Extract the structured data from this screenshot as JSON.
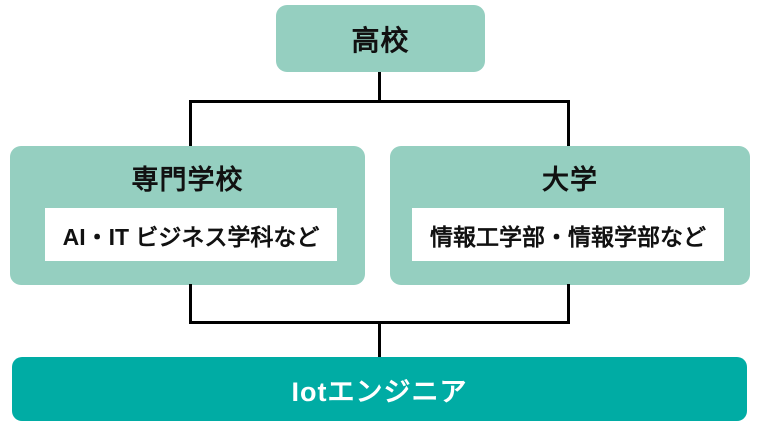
{
  "diagram": {
    "title": "IoT engineer education path flowchart",
    "root": {
      "label": "高校"
    },
    "branches": [
      {
        "label": "専門学校",
        "detail": "AI・IT ビジネス学科など"
      },
      {
        "label": "大学",
        "detail": "情報工学部・情報学部など"
      }
    ],
    "result": {
      "label": "Iotエンジニア"
    }
  },
  "colors": {
    "branch_box": "#95cfc0",
    "result_box": "#00aca4",
    "connector_line": "#000000",
    "detail_panel": "#ffffff",
    "text_dark": "#111111",
    "text_light": "#ffffff"
  }
}
